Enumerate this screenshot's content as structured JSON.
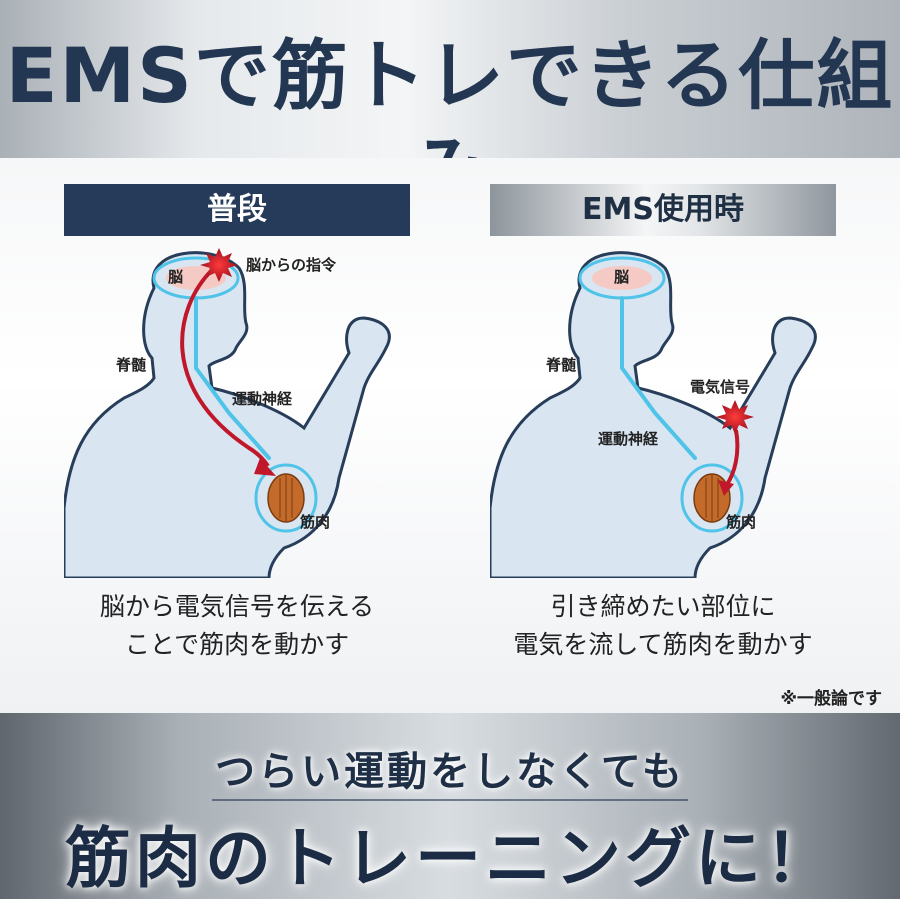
{
  "title": "EMSで筋トレできる仕組み",
  "panels": {
    "left": {
      "label": "普段",
      "labels": {
        "brain": "脳",
        "command": "脳からの指令",
        "spine": "脊髄",
        "nerve": "運動神経",
        "muscle": "筋肉"
      },
      "caption_line1": "脳から電気信号を伝える",
      "caption_line2": "ことで筋肉を動かす"
    },
    "right": {
      "label": "EMS使用時",
      "labels": {
        "brain": "脳",
        "spine": "脊髄",
        "signal": "電気信号",
        "nerve": "運動神経",
        "muscle": "筋肉"
      },
      "caption_line1": "引き締めたい部位に",
      "caption_line2": "電気を流して筋肉を動かす"
    }
  },
  "note": "※一般論です",
  "footer": {
    "line1": "つらい運動をしなくても",
    "line2": "筋肉のトレーニングに！"
  },
  "colors": {
    "navy": "#263b5a",
    "body_fill": "#d9e6f2",
    "nerve": "#4fc3e8",
    "signal_red": "#c0182a",
    "muscle": "#c46a2a"
  }
}
